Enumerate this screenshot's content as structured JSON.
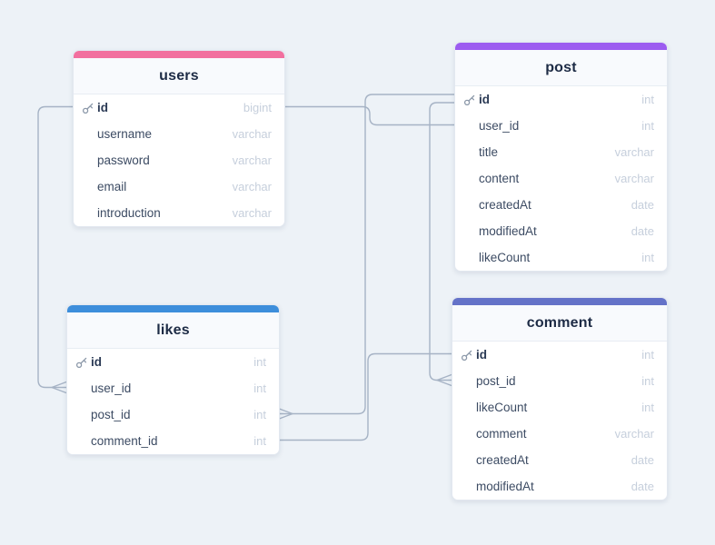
{
  "canvas": {
    "background_color": "#edf2f7",
    "connector_color": "#a6b3c5"
  },
  "tables": [
    {
      "name": "users",
      "accent_color": "#f2709f",
      "fields": [
        {
          "name": "id",
          "type": "bigint",
          "pk": true
        },
        {
          "name": "username",
          "type": "varchar",
          "pk": false
        },
        {
          "name": "password",
          "type": "varchar",
          "pk": false
        },
        {
          "name": "email",
          "type": "varchar",
          "pk": false
        },
        {
          "name": "introduction",
          "type": "varchar",
          "pk": false
        }
      ]
    },
    {
      "name": "post",
      "accent_color": "#9c5cf0",
      "fields": [
        {
          "name": "id",
          "type": "int",
          "pk": true
        },
        {
          "name": "user_id",
          "type": "int",
          "pk": false
        },
        {
          "name": "title",
          "type": "varchar",
          "pk": false
        },
        {
          "name": "content",
          "type": "varchar",
          "pk": false
        },
        {
          "name": "createdAt",
          "type": "date",
          "pk": false
        },
        {
          "name": "modifiedAt",
          "type": "date",
          "pk": false
        },
        {
          "name": "likeCount",
          "type": "int",
          "pk": false
        }
      ]
    },
    {
      "name": "likes",
      "accent_color": "#3d8edb",
      "fields": [
        {
          "name": "id",
          "type": "int",
          "pk": true
        },
        {
          "name": "user_id",
          "type": "int",
          "pk": false
        },
        {
          "name": "post_id",
          "type": "int",
          "pk": false
        },
        {
          "name": "comment_id",
          "type": "int",
          "pk": false
        }
      ]
    },
    {
      "name": "comment",
      "accent_color": "#6472c8",
      "fields": [
        {
          "name": "id",
          "type": "int",
          "pk": true
        },
        {
          "name": "post_id",
          "type": "int",
          "pk": false
        },
        {
          "name": "likeCount",
          "type": "int",
          "pk": false
        },
        {
          "name": "comment",
          "type": "varchar",
          "pk": false
        },
        {
          "name": "createdAt",
          "type": "date",
          "pk": false
        },
        {
          "name": "modifiedAt",
          "type": "date",
          "pk": false
        }
      ]
    }
  ],
  "relationships": [
    {
      "from": "users.id",
      "to": "likes.user_id",
      "many_marker_at": "likes.user_id"
    },
    {
      "from": "users.id",
      "to": "post.user_id",
      "many_marker_at": null
    },
    {
      "from": "post.id",
      "to": "likes.post_id",
      "many_marker_at": "likes.post_id"
    },
    {
      "from": "post.id",
      "to": "comment.post_id",
      "many_marker_at": "comment.post_id"
    },
    {
      "from": "comment.id",
      "to": "likes.comment_id",
      "many_marker_at": null
    }
  ]
}
